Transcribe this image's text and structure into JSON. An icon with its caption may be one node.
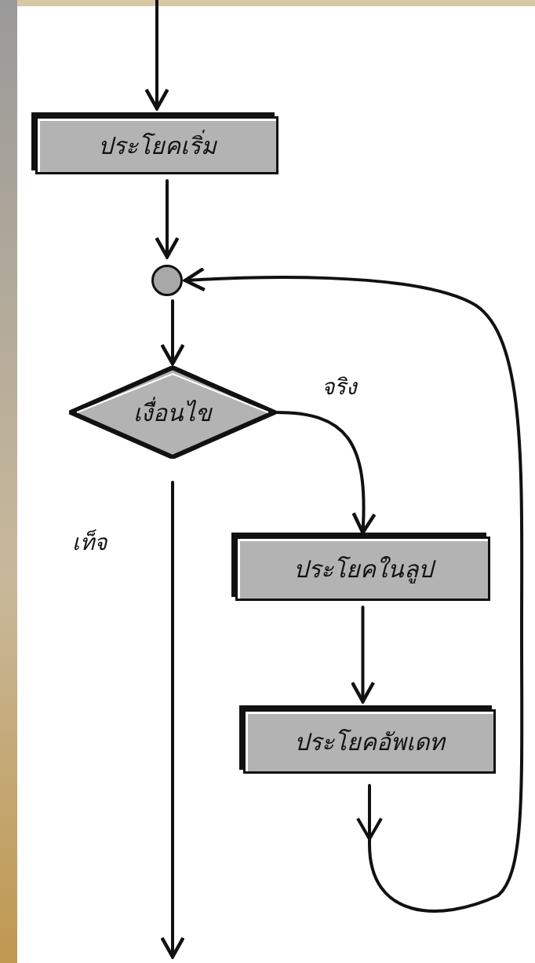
{
  "diagram": {
    "nodes": [
      {
        "text": [
          "ประโยคเริ่ม"
        ]
      },
      {
        "text": [],
        "shape": "circle"
      },
      {
        "text": [
          "เงื่อนไข"
        ]
      },
      {
        "text": [
          "ประโยคในลูป"
        ]
      },
      {
        "text": [
          "ประโยคอัพเดท"
        ]
      }
    ],
    "edges": [
      {
        "from": null,
        "to": 0,
        "arrow": "to"
      },
      {
        "from": 0,
        "to": 1,
        "arrow": "to"
      },
      {
        "from": 1,
        "to": 2,
        "arrow": "to"
      },
      {
        "from": 2,
        "to": 3,
        "arrow": "to",
        "label": "จริง"
      },
      {
        "from": 3,
        "to": 4,
        "arrow": "to"
      },
      {
        "from": 4,
        "to": 1,
        "arrow": "to"
      },
      {
        "from": 2,
        "to": null,
        "arrow": "to",
        "label": "เท็จ"
      }
    ]
  }
}
